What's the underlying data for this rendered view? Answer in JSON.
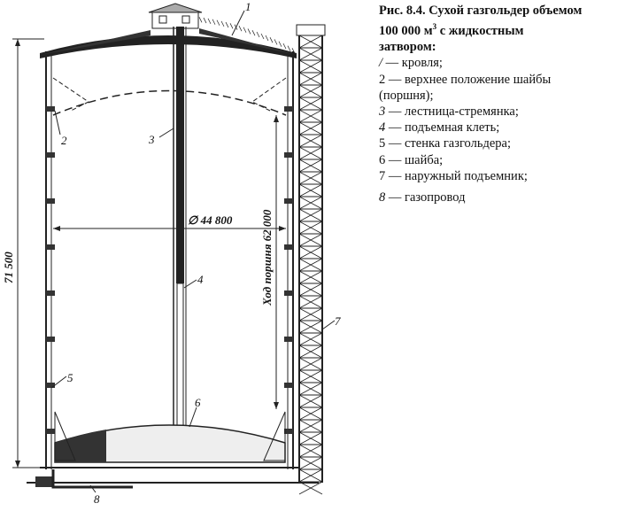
{
  "caption": {
    "title_line1": "Рис. 8.4. Сухой газгольдер объемом",
    "title_line2": "100 000 м",
    "title_sup": "3",
    "title_line2_rest": " с жидкостным",
    "title_line3": "затвором:",
    "items": [
      {
        "num": "/",
        "text": " — кровля;"
      },
      {
        "num": "2",
        "text": " — верхнее положение шайбы"
      },
      {
        "num": "",
        "text": "(поршня);"
      },
      {
        "num": "3",
        "text": " — лестница-стремянка;"
      },
      {
        "num": "4",
        "text": " — подъемная клеть;"
      },
      {
        "num": "5",
        "text": " — стенка газгольдера;"
      },
      {
        "num": "6",
        "text": " — шайба;"
      },
      {
        "num": "7",
        "text": " — наружный подъемник;"
      },
      {
        "num": "8",
        "text": " — газопровод"
      }
    ]
  },
  "diagram": {
    "diameter": "∅ 44 800",
    "height": "71 500",
    "stroke": "Ход поршня 62 000",
    "labels": [
      "1",
      "2",
      "3",
      "4",
      "5",
      "6",
      "7",
      "8"
    ]
  }
}
